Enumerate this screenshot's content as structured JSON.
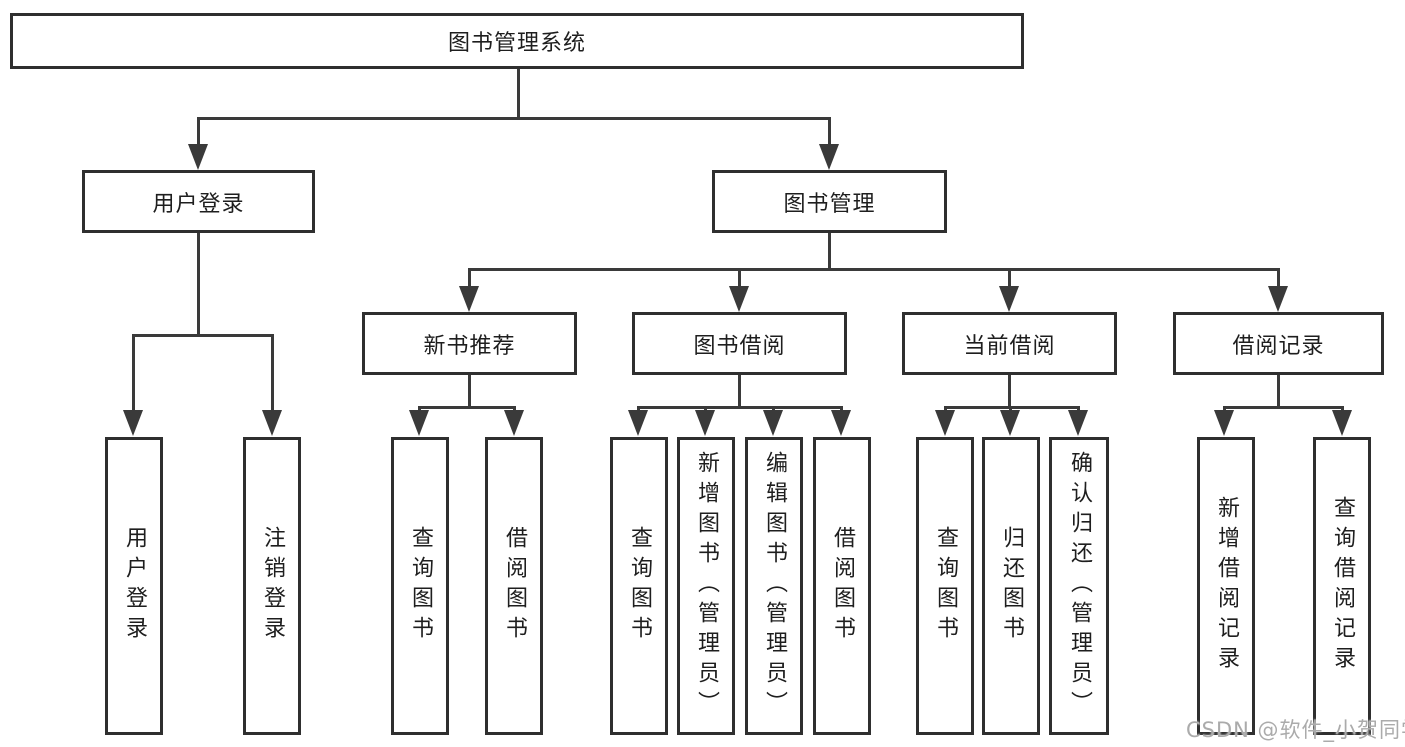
{
  "tree": {
    "label": "图书管理系统",
    "children": [
      {
        "label": "用户登录",
        "children": [
          {
            "label": "用户登录"
          },
          {
            "label": "注销登录"
          }
        ]
      },
      {
        "label": "图书管理",
        "children": [
          {
            "label": "新书推荐",
            "children": [
              {
                "label": "查询图书"
              },
              {
                "label": "借阅图书"
              }
            ]
          },
          {
            "label": "图书借阅",
            "children": [
              {
                "label": "查询图书"
              },
              {
                "label": "新增图书（管理员）"
              },
              {
                "label": "编辑图书（管理员）"
              },
              {
                "label": "借阅图书"
              }
            ]
          },
          {
            "label": "当前借阅",
            "children": [
              {
                "label": "查询图书"
              },
              {
                "label": "归还图书"
              },
              {
                "label": "确认归还（管理员）"
              }
            ]
          },
          {
            "label": "借阅记录",
            "children": [
              {
                "label": "新增借阅记录"
              },
              {
                "label": "查询借阅记录"
              }
            ]
          }
        ]
      }
    ]
  },
  "watermark": {
    "text": "CSDN @软件_小贺同学"
  },
  "colors": {
    "line": "#3a3a3a",
    "border": "#2f2f2f",
    "text": "#1e1e1e",
    "watermark": "#ababab",
    "bg": "#ffffff"
  }
}
